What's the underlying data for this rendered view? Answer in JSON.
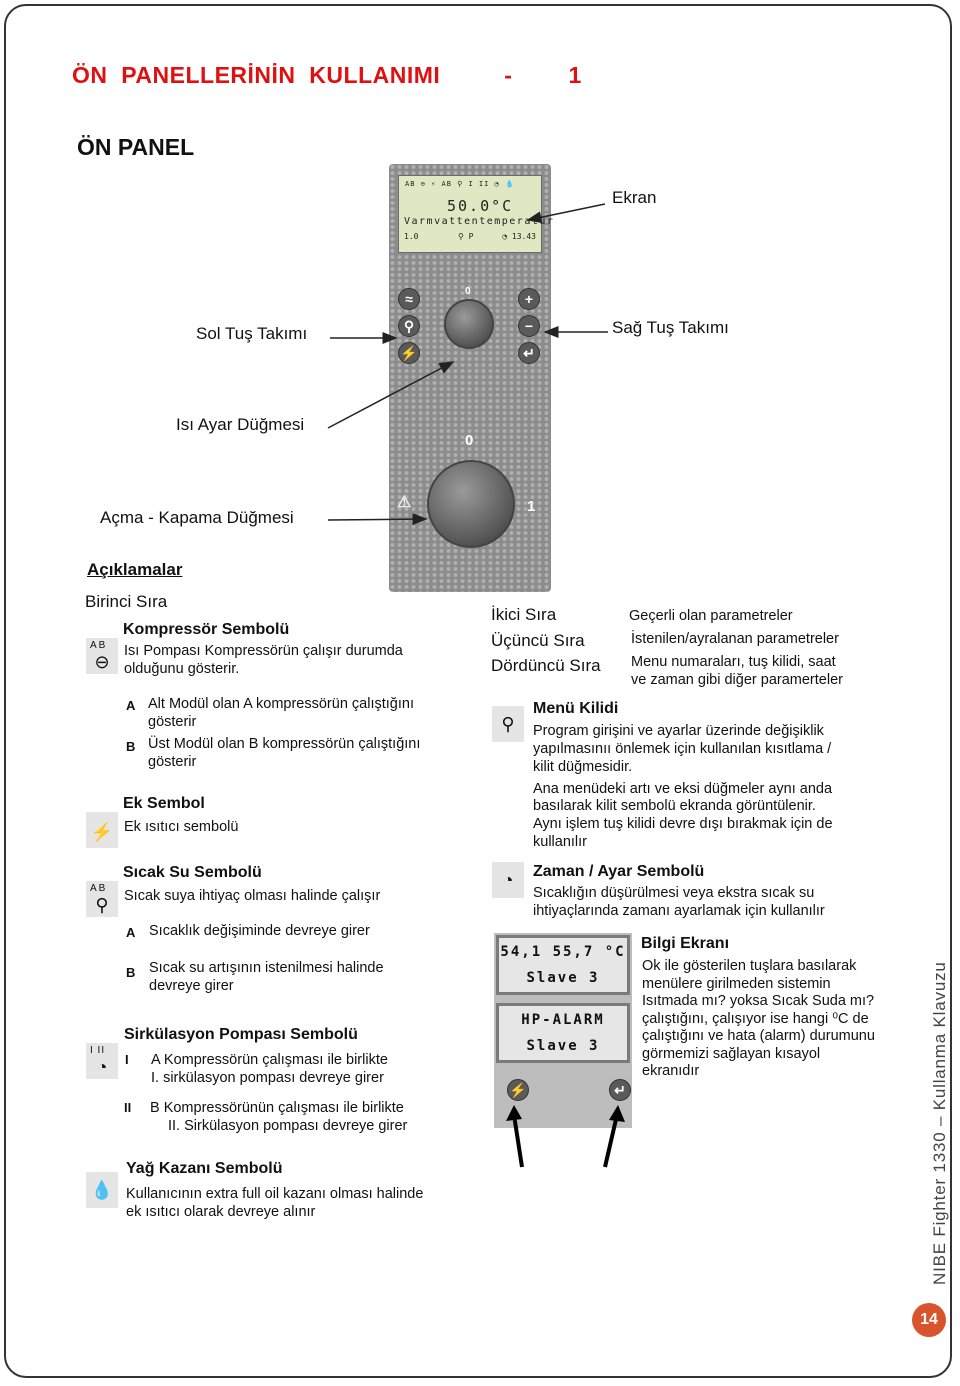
{
  "title": {
    "left": "ÖN  PANELLERİNİN  KULLANIMI",
    "dash": "-",
    "num": "1"
  },
  "section_title": "ÖN PANEL",
  "panel": {
    "lcd_row1": "AB ⊖ ⚡ AB ⚲  I II ◔  💧",
    "lcd_temp": "50.0°C",
    "lcd_text": "Varmvattentemperatur",
    "lcd_left": "1.0",
    "lcd_mid": "⚲ P",
    "lcd_right": "◔ 13.43",
    "knob_top": "0",
    "knob_right": "1",
    "plus": "+",
    "minus": "−",
    "enter": "↵"
  },
  "callouts": {
    "ekran": "Ekran",
    "sol": "Sol Tuş Takımı",
    "sag": "Sağ Tuş Takımı",
    "isi": "Isı Ayar Düğmesi",
    "acma": "Açma - Kapama Düğmesi"
  },
  "aciklamalar": "Açıklamalar",
  "birinci": "Birinci Sıra",
  "ikinci": "İkici Sıra",
  "ucuncu": "Üçüncü Sıra",
  "dorduncu": "Dördüncü Sıra",
  "rows_desc": {
    "ikinci": "Geçerli olan parametreler",
    "ucuncu": "İstenilen/ayralanan parametreler",
    "dorduncu1": "Menu numaraları, tuş kilidi, saat",
    "dorduncu2": "ve zaman gibi diğer paramerteler"
  },
  "kompressor": {
    "title": "Kompressör Sembolü",
    "icon_label": "AB",
    "line1": "Isı Pompası Kompressörün çalışır durumda",
    "line2": "olduğunu gösterir.",
    "a": "A",
    "a1": "Alt Modül olan A kompressörün çalıştığını",
    "a2": "gösterir",
    "b": "B",
    "b1": "Üst Modül olan B kompressörün çalıştığını",
    "b2": "gösterir"
  },
  "ek": {
    "title": "Ek Sembol",
    "line1": "Ek ısıtıcı sembolü"
  },
  "sicak": {
    "title": "Sıcak Su Sembolü",
    "icon_label": "AB",
    "line1": "Sıcak suya ihtiyaç olması halinde çalışır",
    "a": "A",
    "a1": "Sıcaklık değişiminde devreye girer",
    "b": "B",
    "b1": "Sıcak su artışının istenilmesi halinde",
    "b2": "devreye girer"
  },
  "sirk": {
    "title": "Sirkülasyon Pompası Sembolü",
    "icon_label": "I II",
    "i": "I",
    "i1": "A Kompressörün çalışması ile birlikte",
    "i2": "I. sirkülasyon pompası devreye girer",
    "ii": "II",
    "ii1": "B Kompressörünün çalışması ile birlikte",
    "ii2": "II. Sirkülasyon pompası devreye girer"
  },
  "yag": {
    "title": "Yağ Kazanı Sembolü",
    "line1": "Kullanıcının extra full oil kazanı olması halinde",
    "line2": "ek ısıtıcı olarak devreye alınır"
  },
  "menu": {
    "title": "Menü Kilidi",
    "l1": "Program girişini ve ayarlar üzerinde değişiklik",
    "l2": "yapılmasınıı önlemek için kullanılan kısıtlama /",
    "l3": "kilit düğmesidir.",
    "l4": "Ana menüdeki artı ve eksi düğmeler aynı anda",
    "l5": "basılarak kilit sembolü ekranda görüntülenir.",
    "l6": "Aynı işlem tuş kilidi devre dışı bırakmak için de",
    "l7": "kullanılır"
  },
  "zaman": {
    "title": "Zaman / Ayar Sembolü",
    "l1": "Sıcaklığın düşürülmesi veya ekstra sıcak su",
    "l2": "ihtiyaçlarında zamanı ayarlamak için kullanılır"
  },
  "bilgi": {
    "title": "Bilgi Ekranı",
    "l1": "Ok ile gösterilen tuşlara basılarak",
    "l2": "menülere girilmeden sistemin",
    "l3": "Isıtmada mı? yoksa Sıcak Suda mı?",
    "l4": "çalıştığını, çalışıyor ise hangi ⁰C de",
    "l5": "çalıştığını ve hata (alarm) durumunu",
    "l6": "görmemizi sağlayan kısayol",
    "l7": "ekranıdır",
    "d1a": "54,1 55,7 °C",
    "d1b": "Slave 3",
    "d2a": "HP-ALARM",
    "d2b": "Slave 3"
  },
  "side": "NIBE  Fighter  1330 – Kullanma Klavuzu",
  "page": "14"
}
